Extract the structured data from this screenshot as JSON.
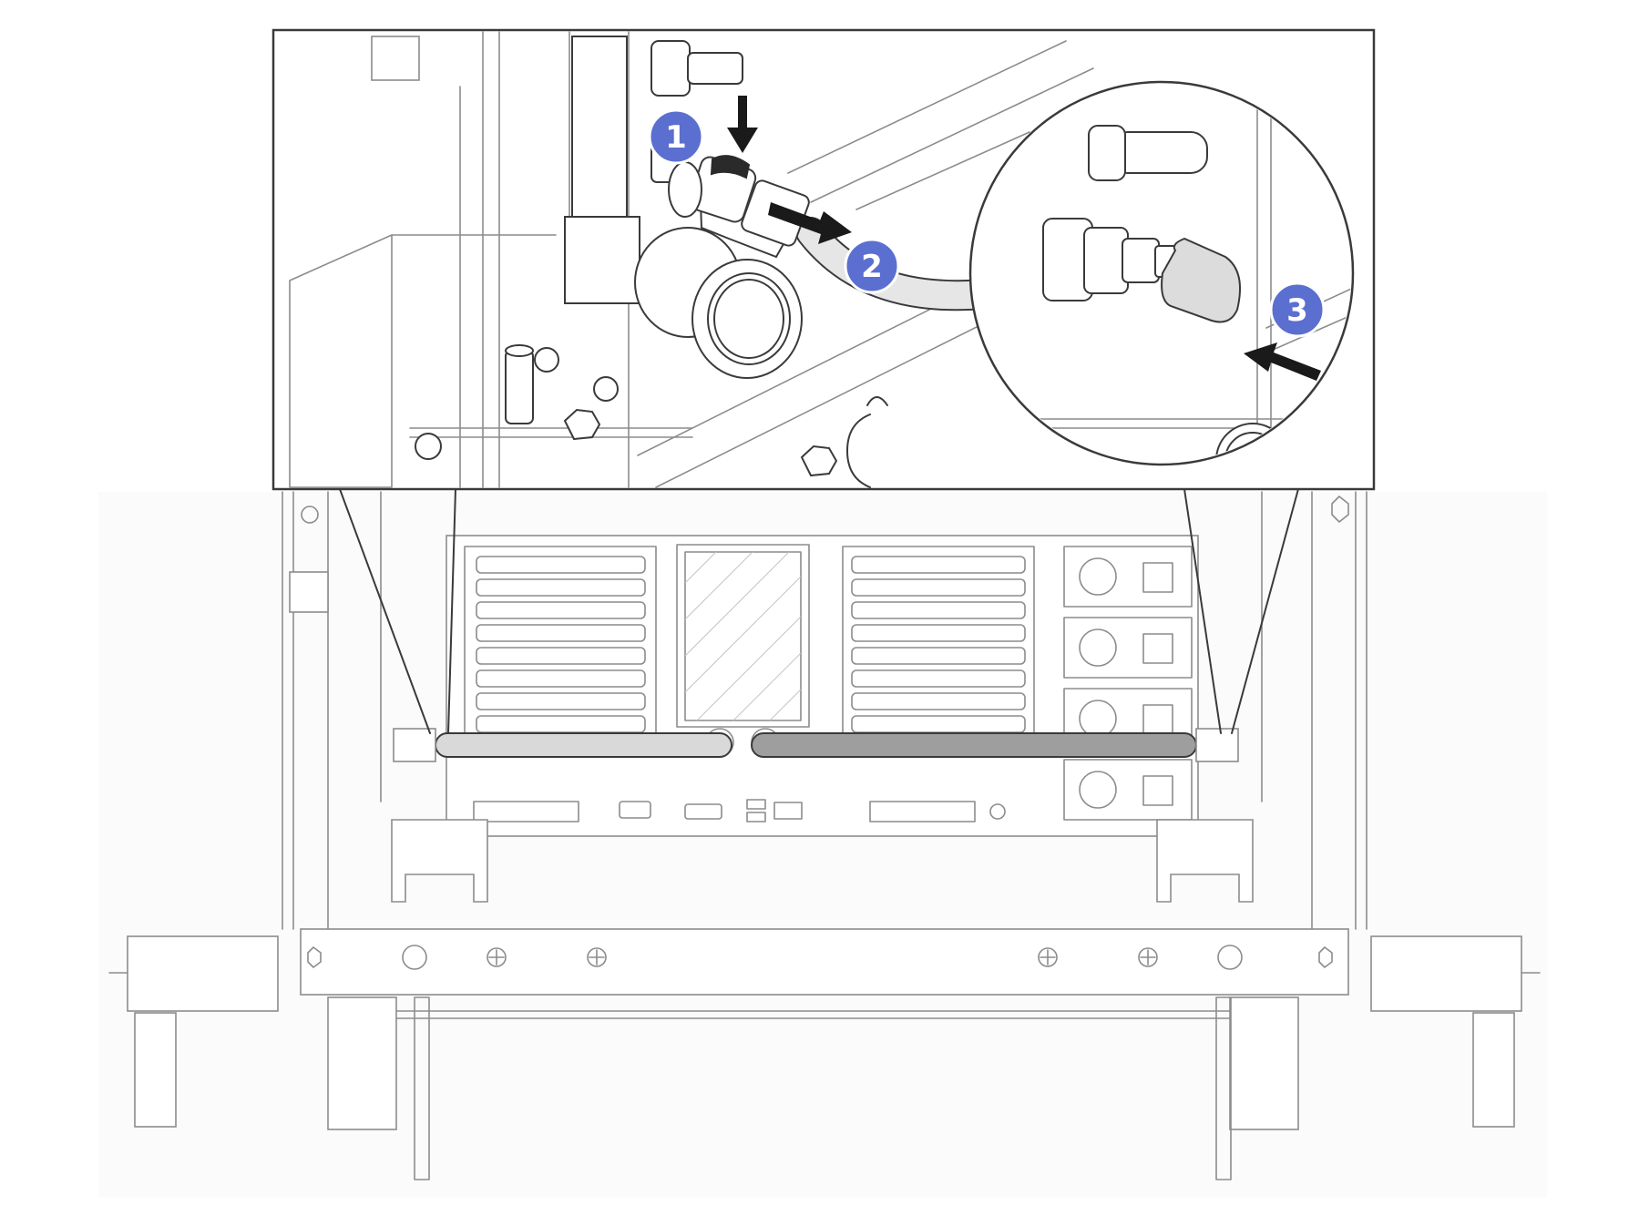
{
  "figure": {
    "callouts": [
      {
        "id": "step-1",
        "number": "1"
      },
      {
        "id": "step-2",
        "number": "2"
      },
      {
        "id": "step-3",
        "number": "3"
      }
    ],
    "colors": {
      "callout_fill": "#5b6fd0",
      "callout_text": "#ffffff",
      "line_dark": "#3a3a3a",
      "line_light": "#8c8c8c",
      "hose_left": "#d9d9d9",
      "hose_right": "#9e9e9e",
      "arrow": "#1a1a1a"
    },
    "icons": [
      "down-arrow-icon",
      "right-arrow-icon",
      "push-arrow-icon",
      "zoom-magnifier-circle"
    ]
  }
}
